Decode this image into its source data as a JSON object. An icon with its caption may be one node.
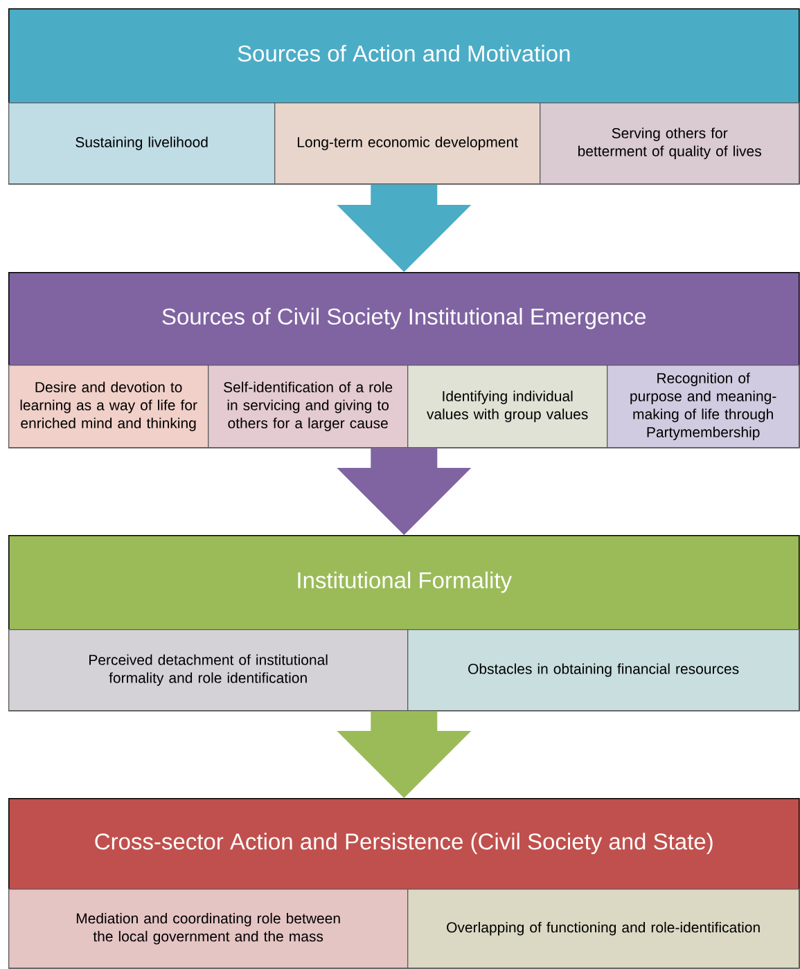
{
  "diagram": {
    "nodes": [
      {
        "text": [
          "Sources of Action and Motivation"
        ]
      },
      {
        "text": [
          "Sustaining livelihood"
        ],
        "in": 0
      },
      {
        "text": [
          "Long-term economic development"
        ],
        "in": 0
      },
      {
        "text": [
          "Serving others for betterment of quality of lives"
        ],
        "in": 0
      },
      {
        "text": [
          "Sources of Civil Society Institutional Emergence"
        ]
      },
      {
        "text": [
          "Desire and devotion to learning as a way of life for enriched mind and thinking"
        ],
        "in": 4
      },
      {
        "text": [
          "Self-identification of a role in servicing and giving to others for a larger cause"
        ],
        "in": 4
      },
      {
        "text": [
          "Identifying individual values with group values"
        ],
        "in": 4
      },
      {
        "text": [
          "Recognition of purpose and meaning-making of life through Partymembership"
        ],
        "in": 4
      },
      {
        "text": [
          "Institutional Formality"
        ]
      },
      {
        "text": [
          "Perceived detachment of institutional formality and role identification"
        ],
        "in": 9
      },
      {
        "text": [
          "Obstacles in obtaining financial resources"
        ],
        "in": 9
      },
      {
        "text": [
          "Cross-sector Action and Persistence (Civil Society and State)"
        ]
      },
      {
        "text": [
          "Mediation and coordinating role between the local government and the mass"
        ],
        "in": 12
      },
      {
        "text": [
          "Overlapping of functioning and role-identification"
        ],
        "in": 12
      }
    ],
    "edges": [
      {
        "from": 0,
        "to": 4,
        "arrow": "to",
        "color": "#4bacc6"
      },
      {
        "from": 4,
        "to": 9,
        "arrow": "to",
        "color": "#8064a2"
      },
      {
        "from": 9,
        "to": 12,
        "arrow": "to",
        "color": "#9bbb59"
      }
    ]
  }
}
